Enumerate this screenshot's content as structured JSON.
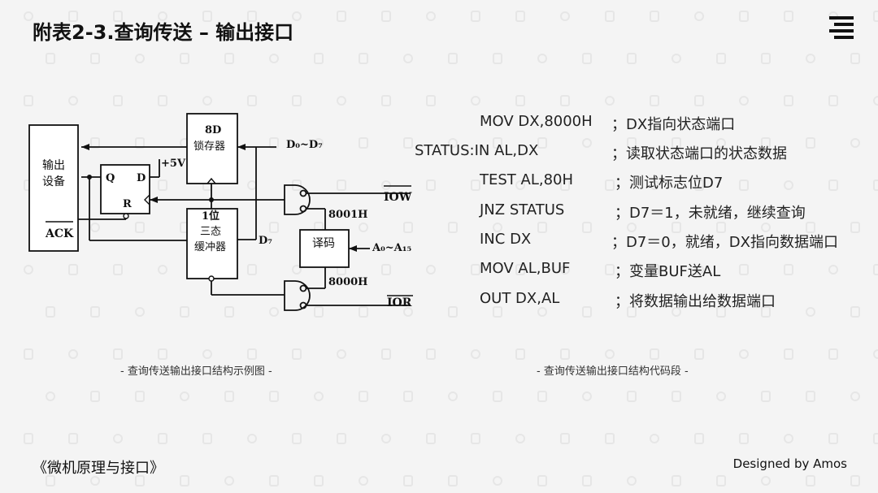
{
  "header": {
    "title": "附表2-3.查询传送 – 输出接口",
    "menu_icon": "hamburger-menu-icon"
  },
  "diagram": {
    "output_device_label_1": "输出",
    "output_device_label_2": "设备",
    "ack_label": "ACK",
    "latch_label_1": "8D",
    "latch_label_2": "锁存器",
    "data_bus_label": "D₀~D₇",
    "ff_q_label": "Q",
    "ff_d_label": "D",
    "ff_r_label": "R",
    "vcc_label": "+5V",
    "buffer_label_1": "1位",
    "buffer_label_2": "三态",
    "buffer_label_3": "缓冲器",
    "d7_label": "D₇",
    "iow_label": "IOW",
    "addr_8001_label": "8001H",
    "decoder_label": "译码",
    "addr_bus_label": "A₀~A₁₅",
    "addr_8000_label": "8000H",
    "ior_label": "IOR"
  },
  "captions": {
    "diagram_caption": "- 查询传送输出接口结构示例图 -",
    "code_caption": "- 查询传送输出接口结构代码段 -"
  },
  "code": [
    {
      "instr": "MOV DX,8000H",
      "comment": "；DX指向状态端口"
    },
    {
      "instr": "STATUS:IN AL,DX",
      "comment": "；读取状态端口的状态数据"
    },
    {
      "instr": "TEST AL,80H",
      "comment": "；测试标志位D7"
    },
    {
      "instr": "JNZ STATUS",
      "comment": "；D7＝1，未就绪，继续查询"
    },
    {
      "instr": "INC DX",
      "comment": "；D7＝0，就绪，DX指向数据端口"
    },
    {
      "instr": "MOV AL,BUF",
      "comment": "；变量BUF送AL"
    },
    {
      "instr": "OUT DX,AL",
      "comment": "；将数据输出给数据端口"
    }
  ],
  "footer": {
    "book_title": "《微机原理与接口》",
    "credit": "Designed by Amos"
  }
}
